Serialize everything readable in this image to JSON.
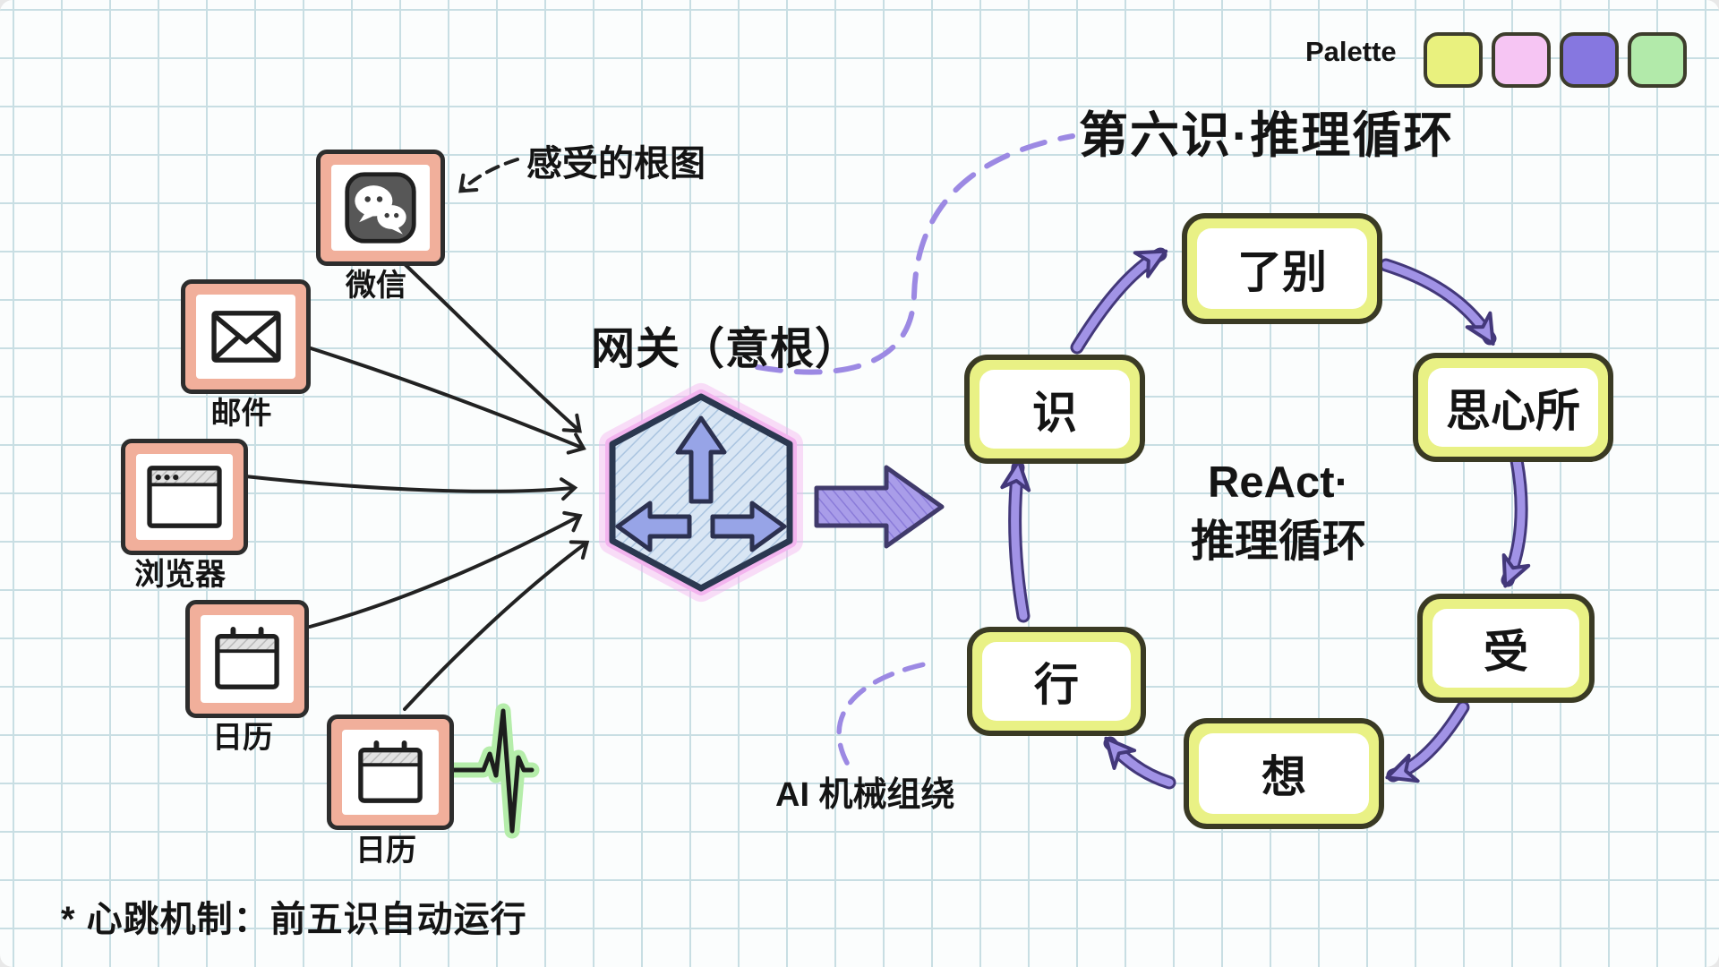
{
  "palette": {
    "label": "Palette",
    "swatches": [
      {
        "name": "yellow-green",
        "color": "#e9f17e"
      },
      {
        "name": "pink",
        "color": "#f6c5f3"
      },
      {
        "name": "purple",
        "color": "#8677e0"
      },
      {
        "name": "green",
        "color": "#b2eaaa"
      }
    ]
  },
  "sources": {
    "items": [
      {
        "label": "微信",
        "icon": "wechat-icon"
      },
      {
        "label": "邮件",
        "icon": "email-icon"
      },
      {
        "label": "浏览器",
        "icon": "browser-icon"
      },
      {
        "label": "日历",
        "icon": "calendar-icon"
      },
      {
        "label": "日历",
        "icon": "calendar-icon"
      }
    ]
  },
  "gateway": {
    "label": "网关（意根）",
    "icon": "router-hexagon-icon"
  },
  "cycle": {
    "title": "第六识·推理循环",
    "center_line1": "ReAct·",
    "center_line2": "推理循环",
    "nodes": [
      {
        "label": "了别"
      },
      {
        "label": "思心所"
      },
      {
        "label": "受"
      },
      {
        "label": "想"
      },
      {
        "label": "行"
      },
      {
        "label": "识"
      }
    ]
  },
  "annotations": {
    "wechat_note": "感受的根图",
    "action_note": "AI 机械组绕",
    "footnote": "* 心跳机制：前五识自动运行"
  },
  "colors": {
    "node_fill": "#e9f185",
    "frame_salmon": "#f1af9b",
    "arrow_purple": "#a193e6",
    "dash_purple": "#9c89e3",
    "hex_fill_blue": "#d9e6f4",
    "hex_glow_pink": "#f3b4ef",
    "heartbeat_green": "#b5edaa"
  }
}
